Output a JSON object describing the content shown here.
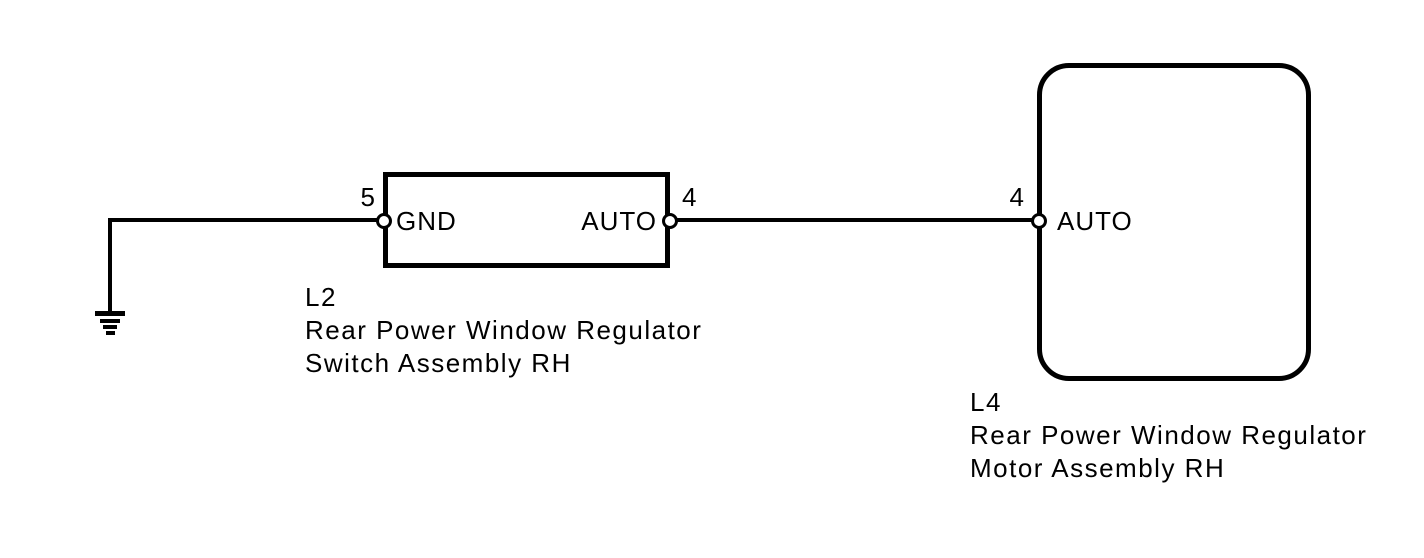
{
  "colors": {
    "line": "#000000",
    "background": "#ffffff"
  },
  "icons": {
    "ground": "ground-icon"
  },
  "components": {
    "l2": {
      "id": "L2",
      "name_line1": "Rear Power Window Regulator",
      "name_line2": "Switch Assembly RH",
      "pins": {
        "gnd": {
          "number": "5",
          "label": "GND"
        },
        "auto": {
          "number": "4",
          "label": "AUTO"
        }
      }
    },
    "l4": {
      "id": "L4",
      "name_line1": "Rear Power Window Regulator",
      "name_line2": "Motor Assembly RH",
      "pins": {
        "auto": {
          "number": "4",
          "label": "AUTO"
        }
      }
    }
  }
}
